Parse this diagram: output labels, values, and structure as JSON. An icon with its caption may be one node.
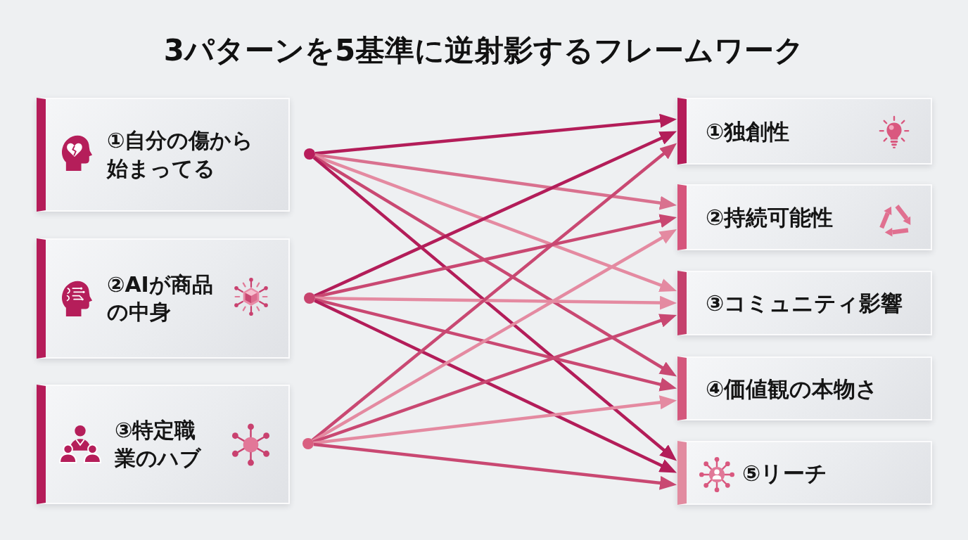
{
  "diagram": {
    "title": "3パターンを5基準に逆射影するフレームワーク",
    "nodes": [
      {
        "text": [
          "①自分の傷から始まってる"
        ]
      },
      {
        "text": [
          "②AIが商品の中身"
        ]
      },
      {
        "text": [
          "③特定職業のハブ"
        ]
      },
      {
        "text": [],
        "shape": "circle"
      },
      {
        "text": [],
        "shape": "circle"
      },
      {
        "text": [],
        "shape": "circle"
      },
      {
        "text": [
          "①独創性"
        ]
      },
      {
        "text": [
          "②持続可能性"
        ]
      },
      {
        "text": [
          "③コミュニティ影響"
        ]
      },
      {
        "text": [
          "④価値観の本物さ"
        ]
      },
      {
        "text": [
          "⑤リーチ"
        ]
      }
    ],
    "edges": [
      {
        "from": 3,
        "to": 6,
        "arrow": "to",
        "color": "#b31d59"
      },
      {
        "from": 3,
        "to": 7,
        "arrow": "to",
        "color": "#d9718f"
      },
      {
        "from": 3,
        "to": 8,
        "arrow": "to",
        "color": "#e48aa1"
      },
      {
        "from": 3,
        "to": 9,
        "arrow": "to"
      },
      {
        "from": 3,
        "to": 10,
        "arrow": "to",
        "color": "#b31d59"
      },
      {
        "from": 4,
        "to": 6,
        "arrow": "to",
        "color": "#b31d59"
      },
      {
        "from": 4,
        "to": 7,
        "arrow": "to"
      },
      {
        "from": 4,
        "to": 8,
        "arrow": "to",
        "color": "#e48aa1"
      },
      {
        "from": 4,
        "to": 9,
        "arrow": "to"
      },
      {
        "from": 4,
        "to": 10,
        "arrow": "to",
        "color": "#b31d59"
      },
      {
        "from": 5,
        "to": 6,
        "arrow": "to"
      },
      {
        "from": 5,
        "to": 7,
        "arrow": "to",
        "color": "#e48aa1"
      },
      {
        "from": 5,
        "to": 8,
        "arrow": "to"
      },
      {
        "from": 5,
        "to": 9,
        "arrow": "to",
        "color": "#e48aa1"
      },
      {
        "from": 5,
        "to": 10,
        "arrow": "to"
      }
    ]
  }
}
